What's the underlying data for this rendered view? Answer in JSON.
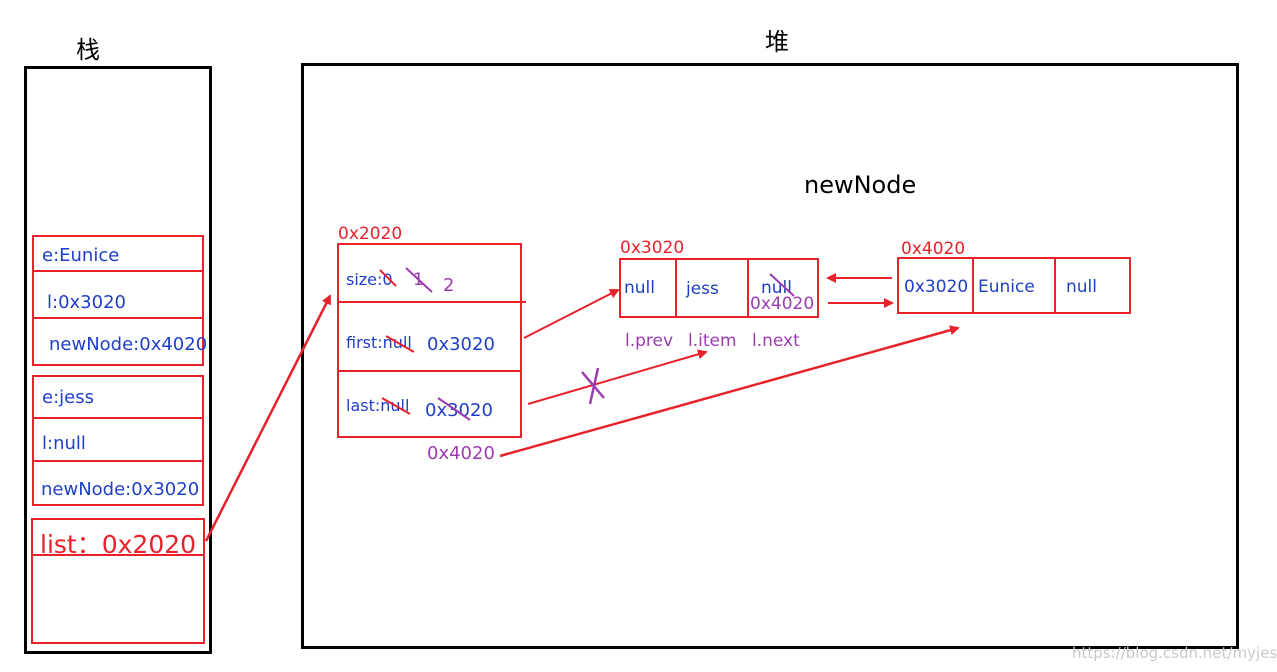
{
  "stack": {
    "title": "栈",
    "frame1": {
      "e": "e:Eunice",
      "l": "l:0x3020",
      "newNode": "newNode:0x4020"
    },
    "frame2": {
      "e": "e:jess",
      "l": "l:null",
      "newNode": "newNode:0x3020"
    },
    "list": "list：0x2020"
  },
  "heap": {
    "title": "堆",
    "newnode_label": "newNode",
    "list_obj": {
      "addr": "0x2020",
      "size_label": "size:0",
      "size_1": "1",
      "size_2": "2",
      "first_label": "first:null",
      "first_value": "0x3020",
      "last_label": "last:null",
      "last_value": "0x3020",
      "last_new_value": "0x4020"
    },
    "node1": {
      "addr": "0x3020",
      "prev": "null",
      "item": "jess",
      "next": "null",
      "next_new": "0x4020",
      "field_labels": [
        "l.prev",
        "l.item",
        "l.next"
      ]
    },
    "node2": {
      "addr": "0x4020",
      "prev": "0x3020",
      "item": "Eunice",
      "next": "null"
    }
  },
  "watermark": "https://blog.csdn.net/myjess",
  "colors": {
    "red": "#e8212a",
    "blue": "#1f3fc7",
    "purple": "#9c3bb0"
  }
}
